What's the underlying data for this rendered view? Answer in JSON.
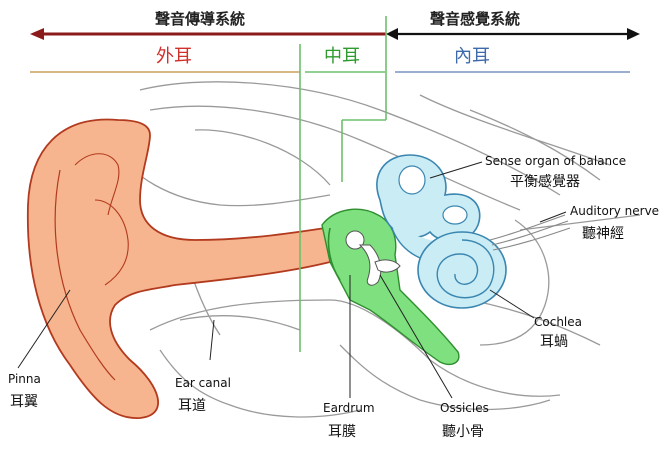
{
  "headers": {
    "conduction": "聲音傳導系統",
    "sensory": "聲音感覺系統"
  },
  "regions": {
    "outer": "外耳",
    "middle": "中耳",
    "inner": "內耳"
  },
  "labels": {
    "balance_en": "Sense organ of balance",
    "balance_zh": "平衡感覺器",
    "nerve_en": "Auditory nerve",
    "nerve_zh": "聽神經",
    "cochlea_en": "Cochlea",
    "cochlea_zh": "耳蝸",
    "pinna_en": "Pinna",
    "pinna_zh": "耳翼",
    "canal_en": "Ear canal",
    "canal_zh": "耳道",
    "eardrum_en": "Eardrum",
    "eardrum_zh": "耳膜",
    "ossicles_en": "Ossicles",
    "ossicles_zh": "聽小骨"
  },
  "colors": {
    "conduction_arrow": "#8b1a1a",
    "sensory_arrow": "#111111",
    "outer_text": "#d0312d",
    "middle_text": "#2e9b2e",
    "inner_text": "#3d6aa8",
    "outer_ear_fill": "#f6b58e",
    "middle_ear_fill": "#7ee07e",
    "inner_ear_fill": "#c9ecf5",
    "inner_ear_stroke": "#3a86b0"
  }
}
